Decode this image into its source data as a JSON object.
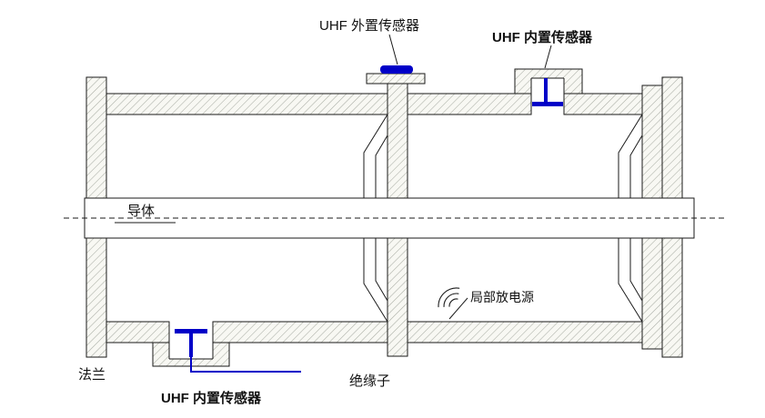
{
  "labels": {
    "external_sensor": "UHF 外置传感器",
    "internal_sensor_top": "UHF 内置传感器",
    "internal_sensor_bottom": "UHF 内置传感器",
    "conductor": "导体",
    "flange": "法兰",
    "insulator": "绝缘子",
    "pd_source": "局部放电源"
  },
  "colors": {
    "sensor_blue": "#0000c8",
    "outline": "#1a1a1a",
    "hatch_fill": "#f8f8f3",
    "hatch_line": "#a9ada4"
  },
  "symbols": {
    "pd_source_waves": "concentric-arcs"
  }
}
